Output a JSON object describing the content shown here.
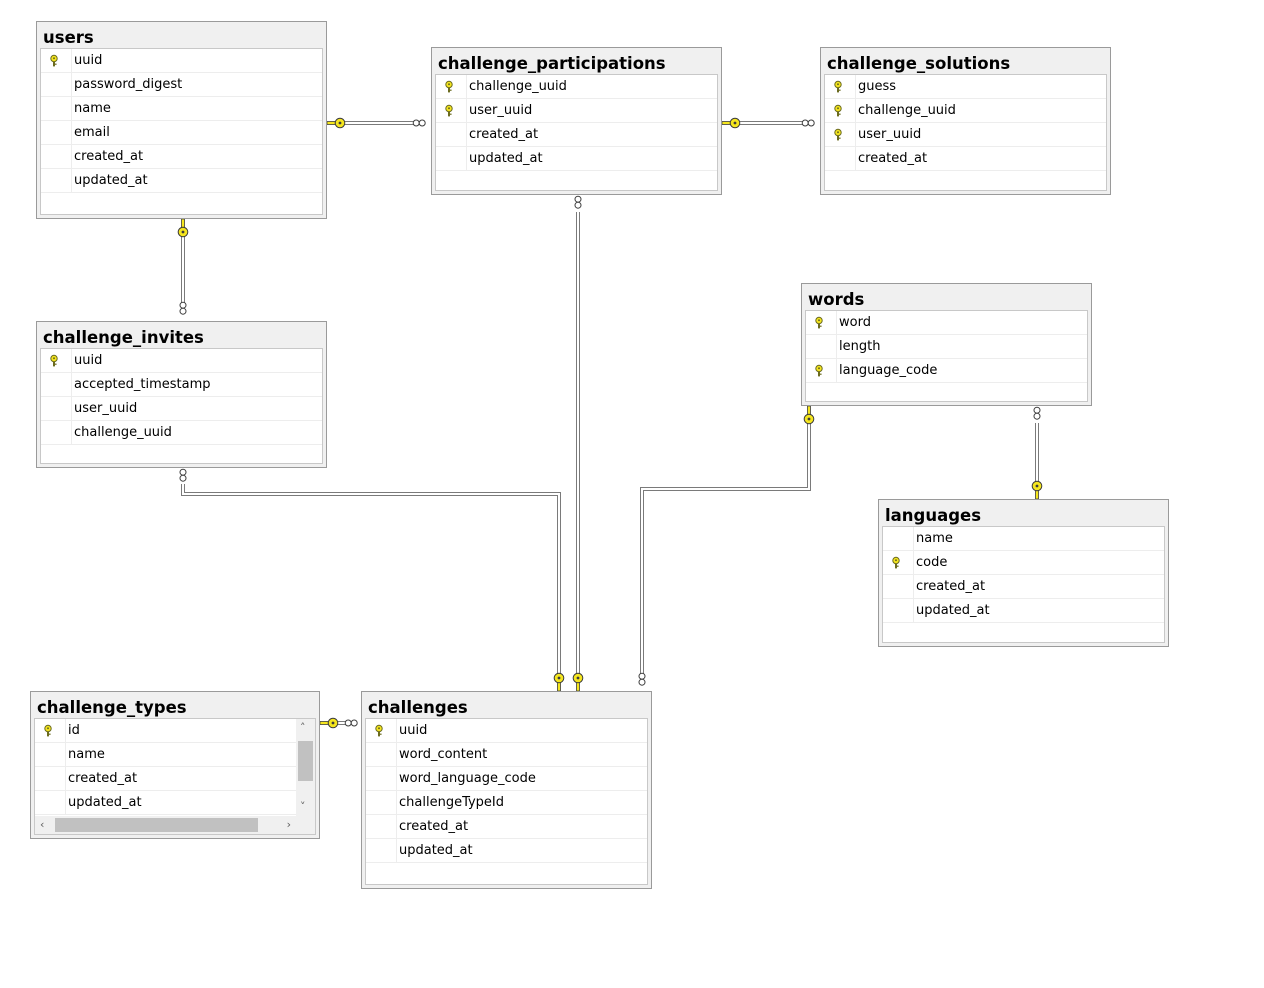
{
  "tables": {
    "users": {
      "title": "users",
      "columns": [
        {
          "name": "uuid",
          "key": true
        },
        {
          "name": "password_digest",
          "key": false
        },
        {
          "name": "name",
          "key": false
        },
        {
          "name": "email",
          "key": false
        },
        {
          "name": "created_at",
          "key": false
        },
        {
          "name": "updated_at",
          "key": false
        }
      ]
    },
    "challenge_participations": {
      "title": "challenge_participations",
      "columns": [
        {
          "name": "challenge_uuid",
          "key": true
        },
        {
          "name": "user_uuid",
          "key": true
        },
        {
          "name": "created_at",
          "key": false
        },
        {
          "name": "updated_at",
          "key": false
        }
      ]
    },
    "challenge_solutions": {
      "title": "challenge_solutions",
      "columns": [
        {
          "name": "guess",
          "key": true
        },
        {
          "name": "challenge_uuid",
          "key": true
        },
        {
          "name": "user_uuid",
          "key": true
        },
        {
          "name": "created_at",
          "key": false
        }
      ]
    },
    "challenge_invites": {
      "title": "challenge_invites",
      "columns": [
        {
          "name": "uuid",
          "key": true
        },
        {
          "name": "accepted_timestamp",
          "key": false
        },
        {
          "name": "user_uuid",
          "key": false
        },
        {
          "name": "challenge_uuid",
          "key": false
        }
      ]
    },
    "words": {
      "title": "words",
      "columns": [
        {
          "name": "word",
          "key": true
        },
        {
          "name": "length",
          "key": false
        },
        {
          "name": "language_code",
          "key": true
        }
      ]
    },
    "languages": {
      "title": "languages",
      "columns": [
        {
          "name": "name",
          "key": false
        },
        {
          "name": "code",
          "key": true
        },
        {
          "name": "created_at",
          "key": false
        },
        {
          "name": "updated_at",
          "key": false
        }
      ]
    },
    "challenge_types": {
      "title": "challenge_types",
      "columns": [
        {
          "name": "id",
          "key": true
        },
        {
          "name": "name",
          "key": false
        },
        {
          "name": "created_at",
          "key": false
        },
        {
          "name": "updated_at",
          "key": false
        }
      ]
    },
    "challenges": {
      "title": "challenges",
      "columns": [
        {
          "name": "uuid",
          "key": true
        },
        {
          "name": "word_content",
          "key": false
        },
        {
          "name": "word_language_code",
          "key": false
        },
        {
          "name": "challengeTypeId",
          "key": false
        },
        {
          "name": "created_at",
          "key": false
        },
        {
          "name": "updated_at",
          "key": false
        }
      ]
    }
  },
  "relationships": [
    {
      "from": "users",
      "to": "challenge_participations",
      "one_end": "users",
      "many_end": "challenge_participations"
    },
    {
      "from": "challenge_participations",
      "to": "challenge_solutions",
      "one_end": "challenge_participations",
      "many_end": "challenge_solutions"
    },
    {
      "from": "users",
      "to": "challenge_invites",
      "one_end": "users",
      "many_end": "challenge_invites"
    },
    {
      "from": "challenges",
      "to": "challenge_invites",
      "one_end": "challenges",
      "many_end": "challenge_invites"
    },
    {
      "from": "challenges",
      "to": "challenge_participations",
      "one_end": "challenges",
      "many_end": "challenge_participations"
    },
    {
      "from": "words",
      "to": "challenges",
      "one_end": "words",
      "many_end": "challenges"
    },
    {
      "from": "languages",
      "to": "words",
      "one_end": "languages",
      "many_end": "words"
    },
    {
      "from": "challenge_types",
      "to": "challenges",
      "one_end": "challenge_types",
      "many_end": "challenges"
    }
  ],
  "colors": {
    "key_fill": "#f5e61e",
    "key_stroke": "#6b6b20",
    "line": "#7a7a7a",
    "table_header_bg": "#f0f0f0"
  }
}
